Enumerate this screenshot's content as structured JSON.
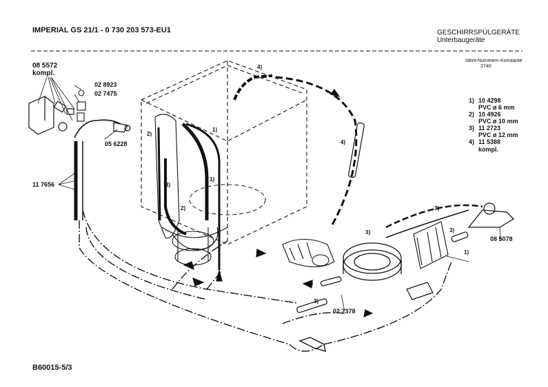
{
  "header": {
    "title": "IMPERIAL GS 21/1 - 0 730 203 573-EU1",
    "category": "GESCHIRRSPÜLGERÄTE",
    "subcategory": "Unterbaugeräte",
    "ident_label": "Ident-Nummern-Konstante",
    "ident_value": "3740"
  },
  "parts_list": [
    {
      "num": "1)",
      "lines": [
        "10 4298",
        "PVC ø 6 mm"
      ]
    },
    {
      "num": "2)",
      "lines": [
        "10 4926",
        "PVC ø 10 mm"
      ]
    },
    {
      "num": "3)",
      "lines": [
        "11 2723",
        "PVC ø 12 mm"
      ]
    },
    {
      "num": "4)",
      "lines": [
        "11 5388",
        "kompl."
      ]
    }
  ],
  "part_numbers": {
    "p085572": "08 5572",
    "p085572_note": "kompl.",
    "p028923": "02 8923",
    "p027475": "02 7475",
    "p056228": "05 6228",
    "p117656": "11 7656",
    "p085078": "08 5078",
    "p027378": "02 7378"
  },
  "callouts": {
    "c1": "1)",
    "c2": "2)",
    "c3": "3)",
    "c4": "4)"
  },
  "footer": {
    "drawing_id": "B60015-5/3"
  }
}
